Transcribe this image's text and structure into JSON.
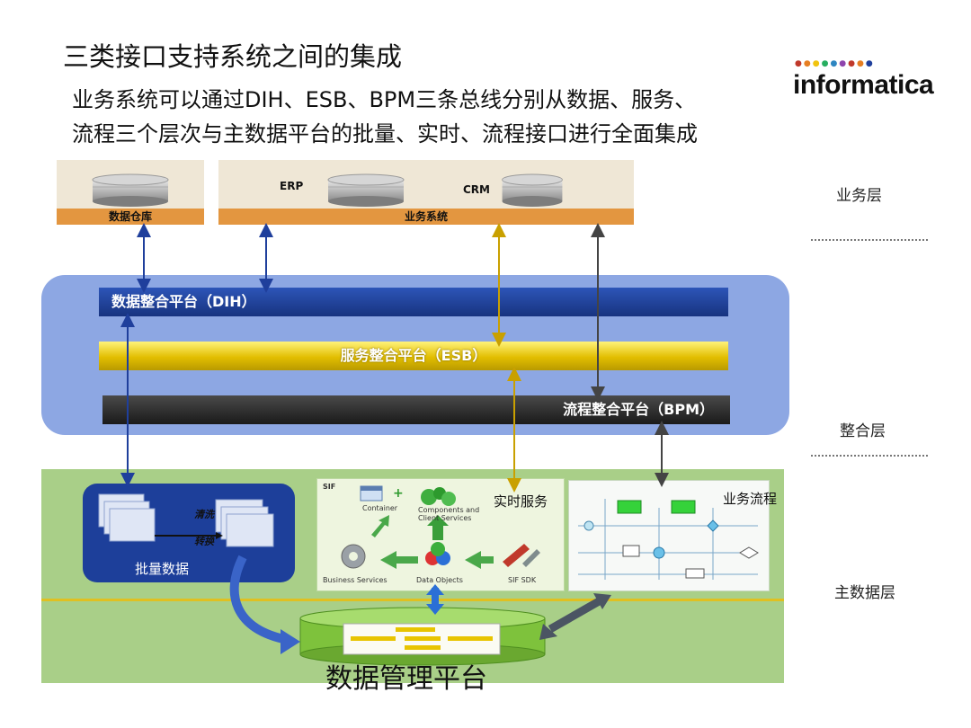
{
  "title": "三类接口支持系统之间的集成",
  "subtitle": {
    "line1": "业务系统可以通过DIH、ESB、BPM三条总线分别从数据、服务、",
    "line2": "流程三个层次与主数据平台的批量、实时、流程接口进行全面集成"
  },
  "logo": {
    "text": "informatica",
    "dots": "●●●●●●●●●"
  },
  "layers": {
    "business": "业务层",
    "integration": "整合层",
    "master": "主数据层"
  },
  "business_layer": {
    "data_warehouse": "数据仓库",
    "business_systems": "业务系统",
    "erp": "ERP",
    "crm": "CRM"
  },
  "integration_layer": {
    "dih": "数据整合平台（DIH）",
    "esb": "服务整合平台（ESB）",
    "bpm": "流程整合平台（BPM）"
  },
  "master_layer": {
    "batch": "批量数据",
    "clean": "清洗",
    "transform": "转换",
    "realtime": "实时服务",
    "workflow": "业务流程",
    "platform": "数据管理平台",
    "sif": {
      "label": "SIF",
      "container": "Container",
      "components": "Components and Client Services",
      "business_services": "Business Services",
      "data_objects": "Data Objects",
      "sdk": "SIF SDK"
    }
  },
  "colors": {
    "dih": "#1f3f9c",
    "esb": "#e7c400",
    "bpm": "#2a2a2a",
    "band": "#8da7e3",
    "green": "#a9cf88",
    "orange": "#e39640"
  }
}
